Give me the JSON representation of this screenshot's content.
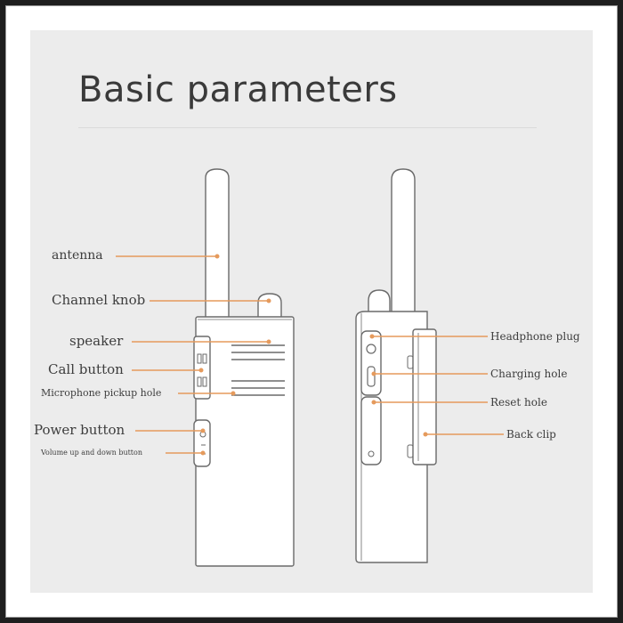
{
  "title": "Basic parameters",
  "front_labels": {
    "antenna": "antenna",
    "channel_knob": "Channel knob",
    "speaker": "speaker",
    "call_button": "Call button",
    "microphone_pickup_hole": "Microphone pickup hole",
    "power_button": "Power button",
    "volume_buttons": "Volume up and down button"
  },
  "side_labels": {
    "headphone_plug": "Headphone plug",
    "charging_hole": "Charging hole",
    "reset_hole": "Reset hole",
    "back_clip": "Back clip"
  },
  "colors": {
    "leader_line": "#e59a5c",
    "outline": "#6a6a6a",
    "background": "#ececec"
  }
}
